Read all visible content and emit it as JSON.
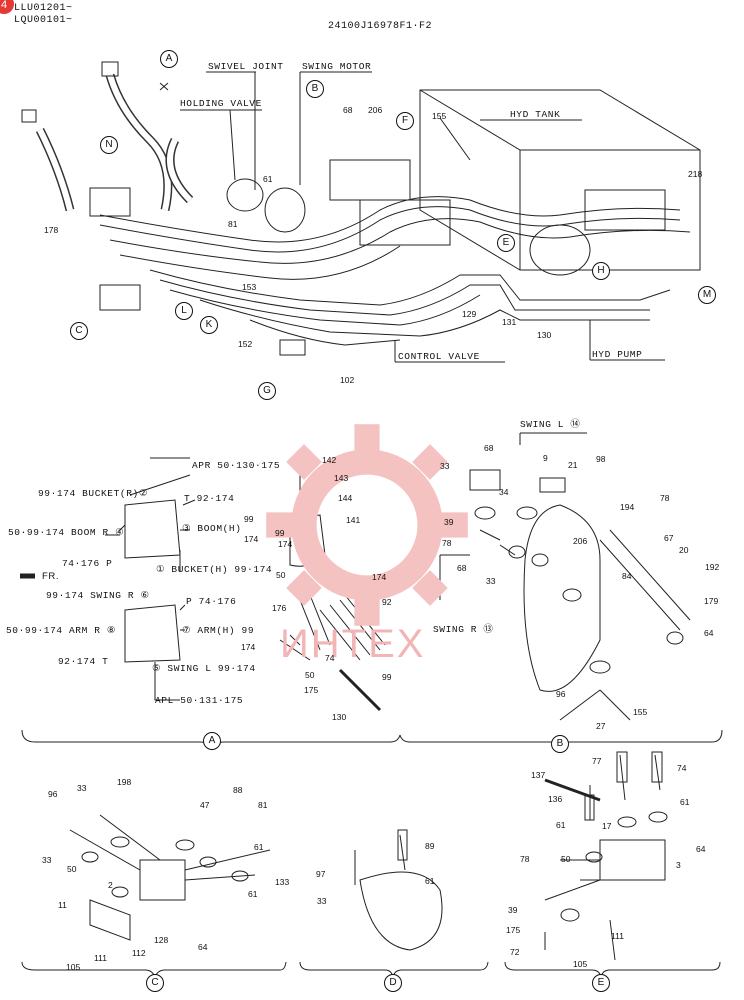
{
  "header": {
    "badge": "4",
    "serial_1": "LLU01201~",
    "serial_2": "LQU00101~",
    "code": "24100J16978F1·F2"
  },
  "main_labels": {
    "swivel_joint": "SWIVEL JOINT",
    "swing_motor": "SWING MOTOR",
    "holding_valve": "HOLDING VALVE",
    "hyd_tank": "HYD TANK",
    "control_valve": "CONTROL VALVE",
    "hyd_pump": "HYD PUMP"
  },
  "view_markers": [
    "A",
    "B",
    "N",
    "F",
    "C",
    "L",
    "K",
    "G",
    "E",
    "H",
    "M"
  ],
  "main_numbers": [
    "68",
    "206",
    "155",
    "218",
    "61",
    "81",
    "178",
    "153",
    "152",
    "102",
    "129",
    "131",
    "130"
  ],
  "section_a": {
    "apr": "APR 50·130·175",
    "bucket_r": "99·174 BUCKET(R)②",
    "t_top": "T  92·174",
    "boom_r": "50·99·174 BOOM R ④",
    "boom_h": "③ BOOM(H)",
    "boom_h_num": "99",
    "boom_h_num2": "174",
    "p_left": "74·176 P",
    "bucket_h": "① BUCKET(H)  99·174",
    "fr": "FR.",
    "swing_r": "99·174 SWING R ⑥",
    "p_right": "P   74·176",
    "arm_r": "50·99·174 ARM R ⑧",
    "arm_h": "⑦ ARM(H)  99",
    "arm_h_num2": "174",
    "t_bottom": "92·174  T",
    "swing_l": "⑤ SWING L   99·174",
    "apl": "APL  50·131·175",
    "parts": [
      "142",
      "143",
      "144",
      "141",
      "99",
      "174",
      "50",
      "174",
      "176",
      "92",
      "74",
      "50",
      "175",
      "99",
      "130"
    ],
    "caption": "A"
  },
  "section_b": {
    "swing_l": "SWING L ⑭",
    "swing_r": "SWING R ⑬",
    "parts": [
      "33",
      "68",
      "9",
      "21",
      "98",
      "34",
      "78",
      "39",
      "78",
      "194",
      "67",
      "206",
      "20",
      "192",
      "84",
      "33",
      "68",
      "179",
      "64",
      "96",
      "155",
      "27"
    ],
    "caption": "B"
  },
  "section_c": {
    "parts": [
      "96",
      "33",
      "198",
      "47",
      "88",
      "81",
      "33",
      "50",
      "61",
      "61",
      "133",
      "2",
      "11",
      "128",
      "105",
      "111",
      "112",
      "64"
    ],
    "caption": "C"
  },
  "section_d": {
    "parts": [
      "89",
      "97",
      "61",
      "33"
    ],
    "caption": "D"
  },
  "section_e": {
    "parts": [
      "77",
      "74",
      "137",
      "61",
      "136",
      "61",
      "17",
      "64",
      "78",
      "50",
      "3",
      "39",
      "175",
      "111",
      "72",
      "105"
    ],
    "caption": "E"
  },
  "watermark": "ИНТЕХ",
  "colors": {
    "ink": "#111111",
    "watermark": "#f2b5b5",
    "badge": "#e53935"
  }
}
